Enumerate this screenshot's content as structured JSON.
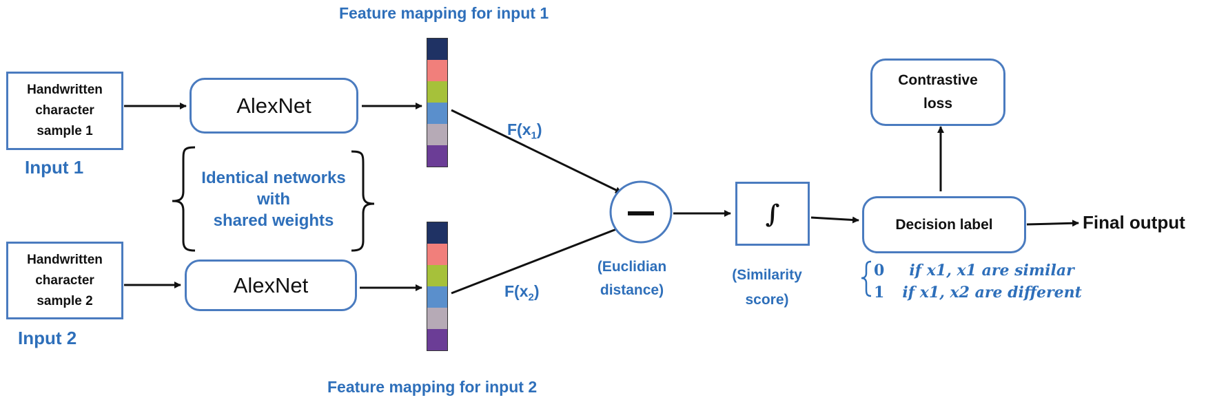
{
  "inputs": [
    {
      "sample_text": "Handwritten\ncharacter\nsample 1",
      "label": "Input 1"
    },
    {
      "sample_text": "Handwritten\ncharacter\nsample 2",
      "label": "Input 2"
    }
  ],
  "networks": [
    "AlexNet",
    "AlexNet"
  ],
  "shared_note": "Identical networks\nwith\nshared weights",
  "feature_maps": [
    {
      "title": "Feature mapping for input 1",
      "colors": [
        "#1f3264",
        "#f17f7b",
        "#a6c13a",
        "#5a8fcc",
        "#b6aab6",
        "#6b3d96"
      ]
    },
    {
      "title": "Feature mapping for input 2",
      "colors": [
        "#1f3264",
        "#f17f7b",
        "#a6c13a",
        "#5a8fcc",
        "#b6aab6",
        "#6b3d96"
      ]
    }
  ],
  "labels": {
    "fx1": {
      "base": "F(x",
      "sub": "1",
      "close": ")"
    },
    "fx2": {
      "base": "F(x",
      "sub": "2",
      "close": ")"
    },
    "euclidean": "(Euclidian\ndistance)",
    "integral": "∫",
    "similarity": "(Similarity\nscore)",
    "contrastive_loss": "Contrastive\nloss",
    "decision": "Decision label",
    "final_output": "Final output"
  },
  "decision_cases": [
    {
      "value": "0",
      "text": "if  x1, x1 are similar"
    },
    {
      "value": "1",
      "text": "if x1, x2 are different"
    }
  ],
  "colors": {
    "accent_blue": "#2e6fba",
    "box_border": "#4a7bbf",
    "arrow": "#111111"
  }
}
